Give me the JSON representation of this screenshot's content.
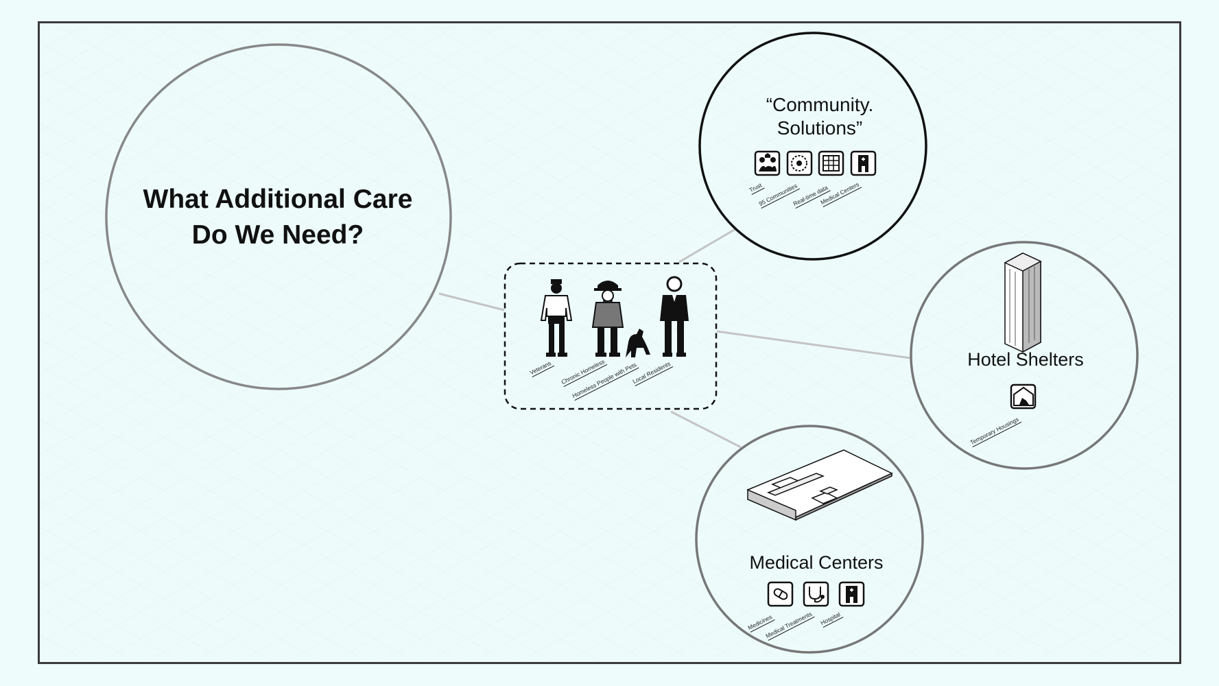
{
  "title": {
    "line1": "What Additional Care",
    "line2": "Do We Need?"
  },
  "community": {
    "title_line1": "“Community.",
    "title_line2": "Solutions”",
    "labels": [
      "Trust",
      "95 Communities",
      "Real-time data",
      "Medical Centers"
    ]
  },
  "groups": {
    "labels": [
      "Veterans",
      "Chronic Homeless",
      "Homeless People with Pets",
      "Local Residents"
    ]
  },
  "hotel": {
    "title": "Hotel Shelters",
    "label": "Temporary Housings"
  },
  "medical": {
    "title": "Medical Centers",
    "labels": [
      "Medicines",
      "Medical Treatments",
      "Hospital"
    ]
  },
  "icons": {
    "community": [
      "trust-icon",
      "target-icon",
      "data-grid-icon",
      "hospital-icon"
    ],
    "hotel": [
      "shelter-icon"
    ],
    "medical": [
      "pill-icon",
      "stethoscope-icon",
      "hospital-icon"
    ]
  },
  "colors": {
    "background": "#eefcfc",
    "frame": "#3a3a3a",
    "ink": "#111111",
    "connector": "#c4c4c4"
  }
}
